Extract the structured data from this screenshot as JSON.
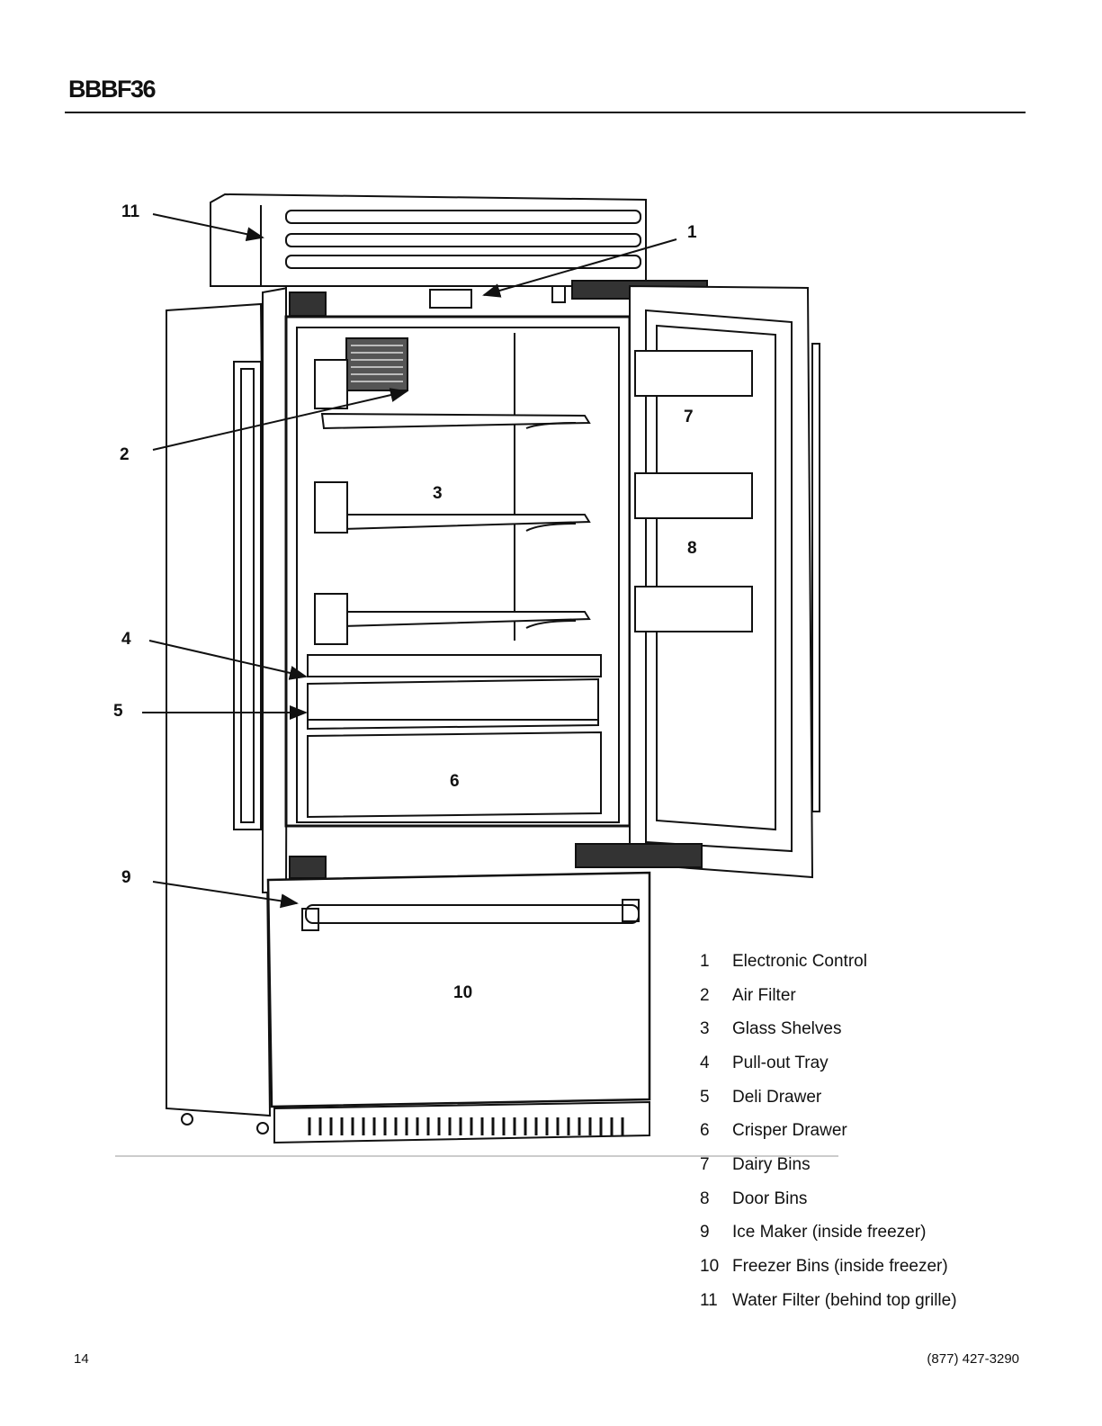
{
  "header": {
    "title": "BBBF36"
  },
  "diagram": {
    "callouts": [
      "1",
      "2",
      "3",
      "4",
      "5",
      "6",
      "7",
      "8",
      "9",
      "10",
      "11"
    ]
  },
  "legend": [
    {
      "num": "1",
      "label": "Electronic Control"
    },
    {
      "num": "2",
      "label": "Air Filter"
    },
    {
      "num": "3",
      "label": "Glass Shelves"
    },
    {
      "num": "4",
      "label": "Pull-out Tray"
    },
    {
      "num": "5",
      "label": "Deli Drawer"
    },
    {
      "num": "6",
      "label": "Crisper Drawer"
    },
    {
      "num": "7",
      "label": "Dairy Bins"
    },
    {
      "num": "8",
      "label": "Door Bins"
    },
    {
      "num": "9",
      "label": "Ice Maker (inside freezer)"
    },
    {
      "num": "10",
      "label": "Freezer Bins (inside freezer)"
    },
    {
      "num": "11",
      "label": "Water Filter (behind top grille)"
    }
  ],
  "footer": {
    "page_number": "14",
    "phone": "(877) 427-3290"
  }
}
